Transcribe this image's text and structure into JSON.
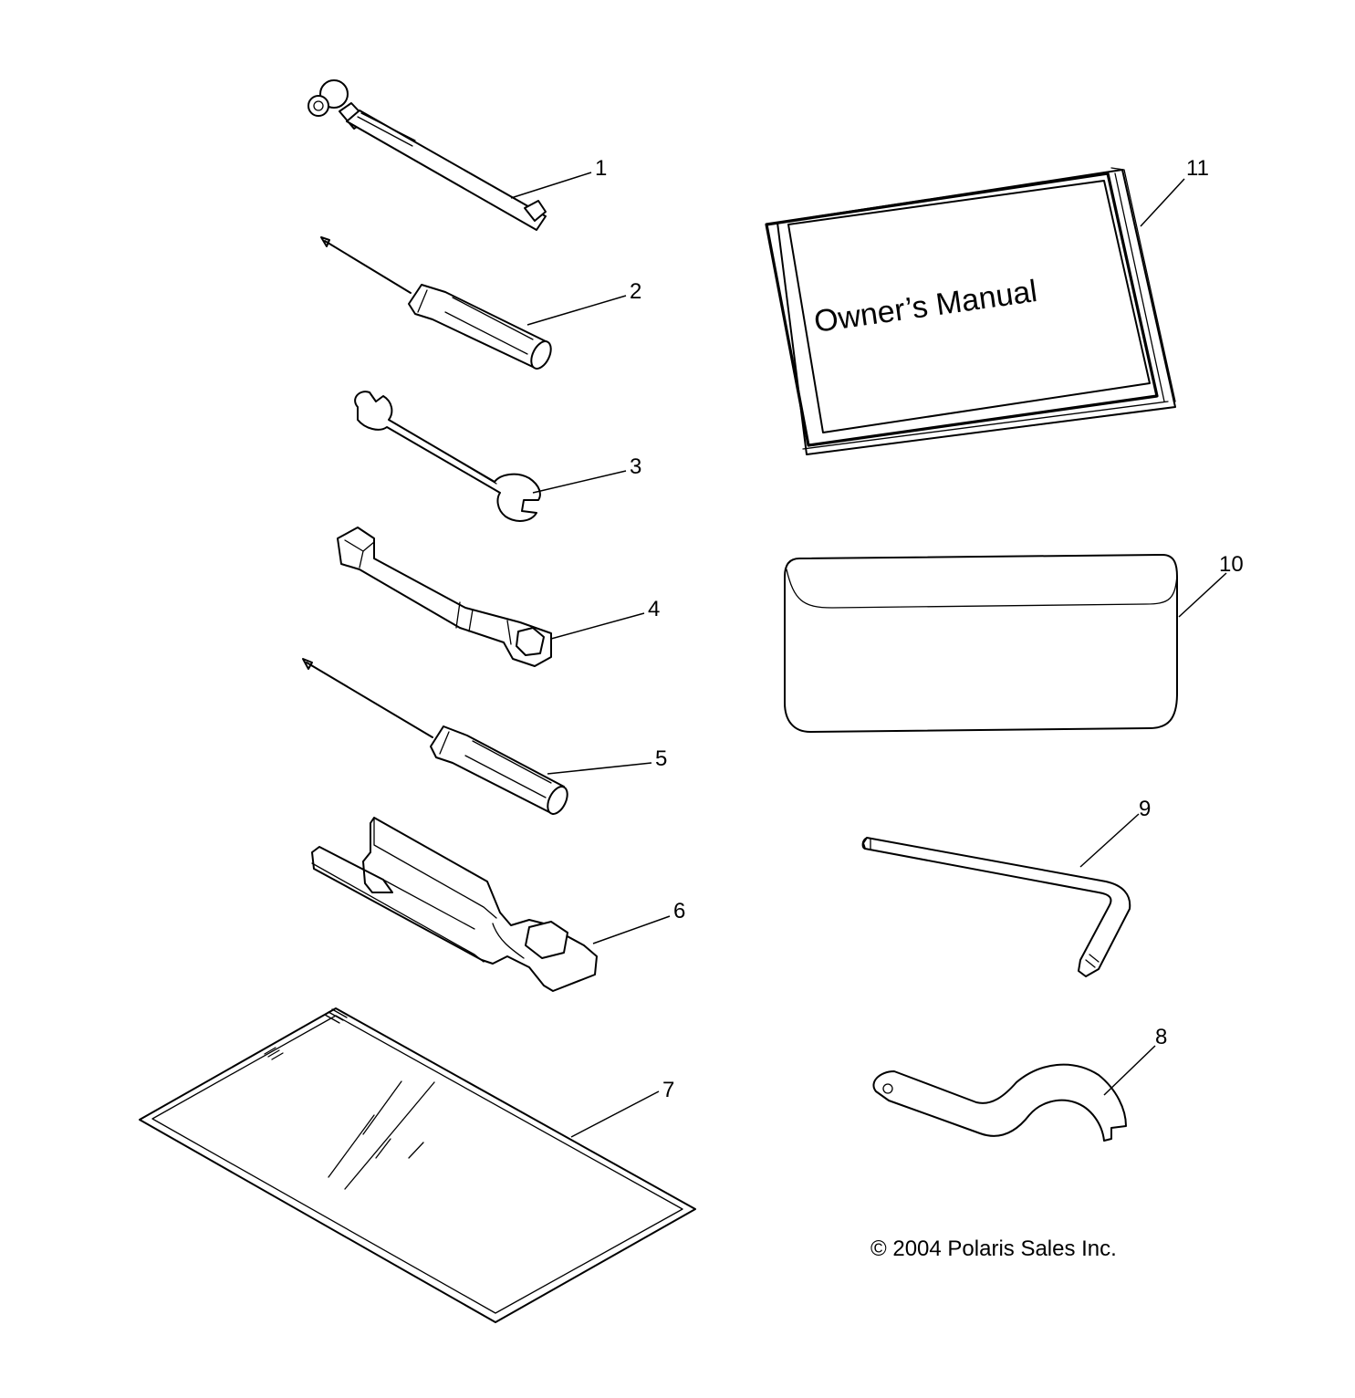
{
  "parts": [
    {
      "number": "1",
      "name": "tire-pressure-gauge"
    },
    {
      "number": "2",
      "name": "screwdriver"
    },
    {
      "number": "3",
      "name": "open-end-wrench"
    },
    {
      "number": "4",
      "name": "spark-plug-socket-wrench"
    },
    {
      "number": "5",
      "name": "screwdriver"
    },
    {
      "number": "6",
      "name": "spark-plug-tool"
    },
    {
      "number": "7",
      "name": "plastic-pouch"
    },
    {
      "number": "8",
      "name": "spanner-wrench"
    },
    {
      "number": "9",
      "name": "allen-wrench"
    },
    {
      "number": "10",
      "name": "tool-pouch"
    },
    {
      "number": "11",
      "name": "owners-manual"
    }
  ],
  "manual_cover_text": "Owner’s Manual",
  "copyright": "© 2004 Polaris Sales Inc."
}
